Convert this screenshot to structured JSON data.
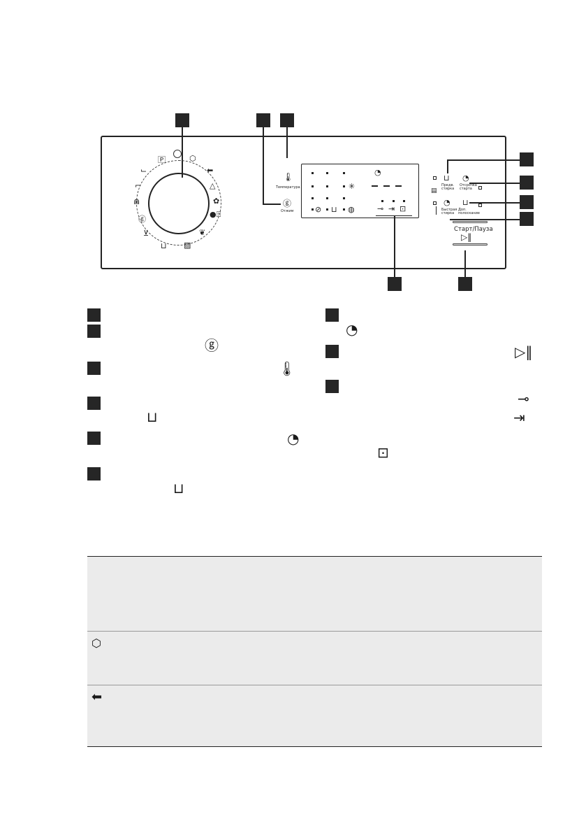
{
  "panel": {
    "temperature_label": "Температура",
    "spin_label": "Отжим",
    "prewash_label": "Предв. стирка",
    "delay_label": "Отсрочка старта",
    "quick_label": "Быстрая стирка",
    "extra_rinse_label": "Доп. полоскание",
    "start_label": "Старт/Пауза",
    "display_star": "✳"
  },
  "icons": {
    "spin": "spin-icon",
    "thermometer": "thermometer-icon",
    "prewash": "prewash-icon",
    "delay": "delay-start-icon",
    "quick": "quick-wash-icon",
    "extra_rinse": "extra-rinse-icon",
    "start_pause": "start-pause-icon",
    "key": "child-lock-key-icon",
    "arrow": "arrow-to-bar-icon",
    "door": "door-lock-icon",
    "eco": "eco-cube-icon",
    "tag": "label-tag-icon"
  }
}
